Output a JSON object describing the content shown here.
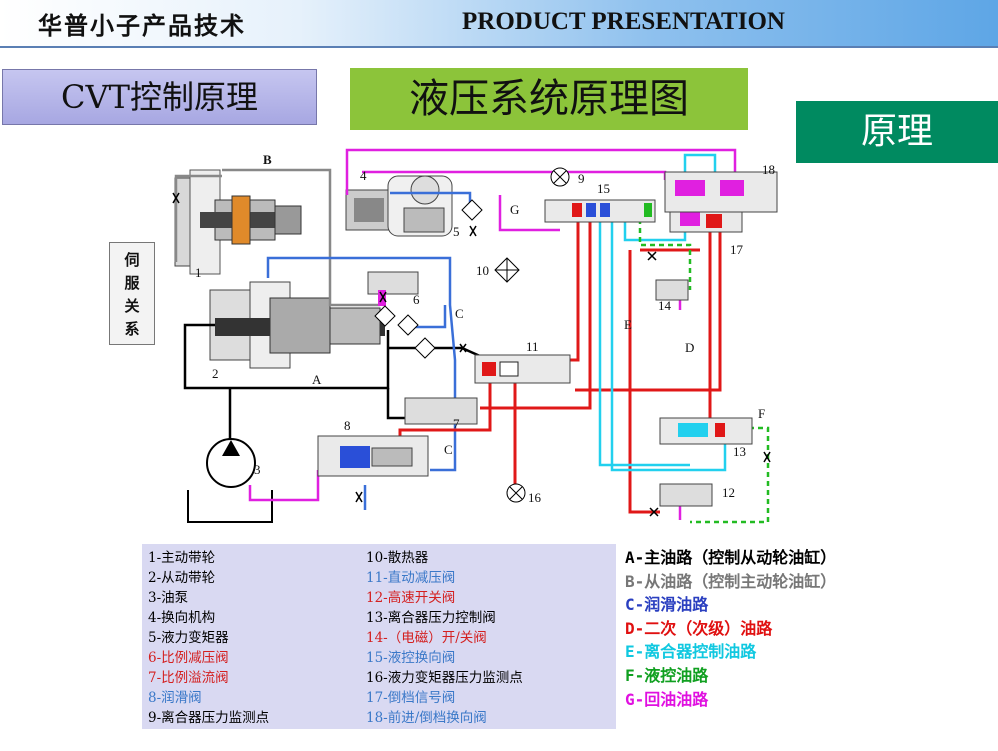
{
  "header": {
    "company": "华普小子产品技术",
    "title": "PRODUCT PRESENTATION"
  },
  "section_label": "CVT控制原理",
  "diagram_title": "液压系统原理图",
  "principle_label": "原理",
  "servo_label": [
    "伺",
    "服",
    "关",
    "系"
  ],
  "component_labels": {
    "n1": "1",
    "n2": "2",
    "n3": "3",
    "n4": "4",
    "n5": "5",
    "n6": "6",
    "n7": "7",
    "n8": "8",
    "n9": "9",
    "n10": "10",
    "n11": "11",
    "n12": "12",
    "n13": "13",
    "n14": "14",
    "n15": "15",
    "n16": "16",
    "n17": "17",
    "n18": "18"
  },
  "path_labels": {
    "A": "A",
    "B": "B",
    "C1": "C",
    "C2": "C",
    "D": "D",
    "E": "E",
    "F": "F",
    "G": "G"
  },
  "components_left": [
    {
      "text": "1-主动带轮",
      "color": "#111111"
    },
    {
      "text": "2-从动带轮",
      "color": "#111111"
    },
    {
      "text": "3-油泵",
      "color": "#111111"
    },
    {
      "text": "4-换向机构",
      "color": "#111111"
    },
    {
      "text": "5-液力变矩器",
      "color": "#111111"
    },
    {
      "text": "6-比例减压阀",
      "color": "#d42020"
    },
    {
      "text": "7-比例溢流阀",
      "color": "#d42020"
    },
    {
      "text": "8-润滑阀",
      "color": "#3a78c8"
    },
    {
      "text": "9-离合器压力监测点",
      "color": "#111111"
    }
  ],
  "components_right": [
    {
      "text": "10-散热器",
      "color": "#111111"
    },
    {
      "text": "11-直动减压阀",
      "color": "#3a78c8"
    },
    {
      "text": "12-高速开关阀",
      "color": "#d42020"
    },
    {
      "text": "13-离合器压力控制阀",
      "color": "#111111"
    },
    {
      "text": "14-（电磁）开/关阀",
      "color": "#d42020"
    },
    {
      "text": "15-液控换向阀",
      "color": "#3a78c8"
    },
    {
      "text": "16-液力变矩器压力监测点",
      "color": "#111111"
    },
    {
      "text": "17-倒档信号阀",
      "color": "#3a78c8"
    },
    {
      "text": "18-前进/倒档换向阀",
      "color": "#3a78c8"
    }
  ],
  "oil_lines": [
    {
      "text": "A-主油路（控制从动轮油缸）",
      "color": "#000000"
    },
    {
      "text": "B-从油路（控制主动轮油缸）",
      "color": "#777777"
    },
    {
      "text": "C-润滑油路",
      "color": "#2a3fc0"
    },
    {
      "text": "D-二次（次级）油路",
      "color": "#e01010"
    },
    {
      "text": "E-离合器控制油路",
      "color": "#10c8e0"
    },
    {
      "text": "F-液控油路",
      "color": "#10a020"
    },
    {
      "text": "G-回油油路",
      "color": "#e010e0"
    }
  ],
  "colors": {
    "main": "#000000",
    "secondary": "#888888",
    "lube": "#3a6fd8",
    "second_oil": "#e01818",
    "clutch": "#22d0ee",
    "pilot": "#22bb22",
    "return": "#e020e0",
    "header_accent": "#5ea6e6",
    "title_green": "#8cc43a",
    "principle_green": "#008a60",
    "cvt_purple": "#b0b0e8"
  }
}
